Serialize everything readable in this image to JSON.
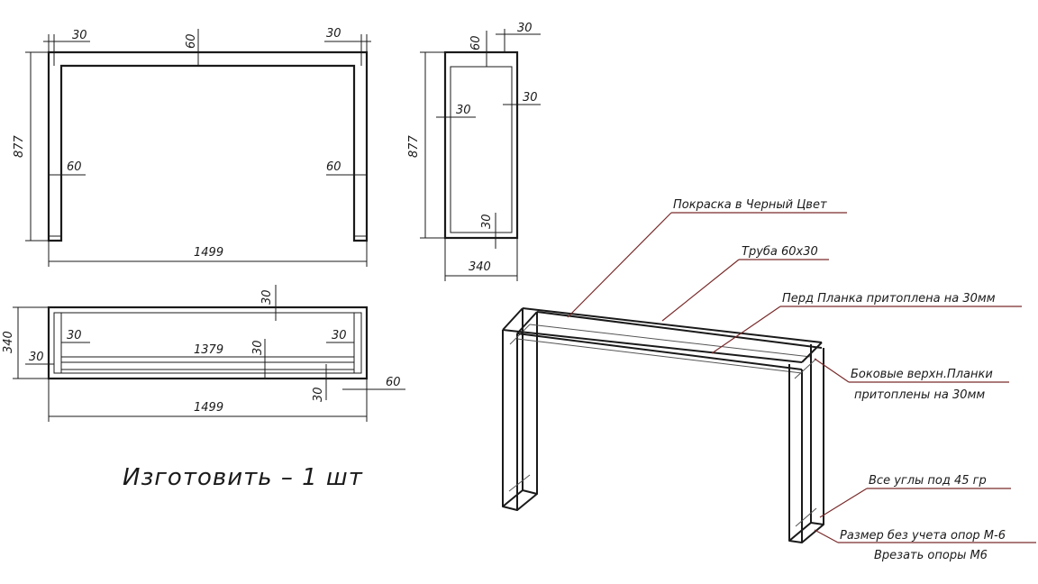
{
  "front_view": {
    "dim_top_left": "30",
    "dim_top_center": "60",
    "dim_top_right": "30",
    "dim_height": "877",
    "dim_leg_left": "60",
    "dim_leg_right": "60",
    "dim_width": "1499"
  },
  "side_view": {
    "dim_top_60": "60",
    "dim_top_30": "30",
    "dim_right_30": "30",
    "dim_left_30": "30",
    "dim_height": "877",
    "dim_bottom_30": "30",
    "dim_width": "340"
  },
  "top_view": {
    "dim_top_30": "30",
    "dim_depth": "340",
    "dim_left_30_a": "30",
    "dim_left_30_b": "30",
    "dim_inner": "1379",
    "dim_center_30": "30",
    "dim_right_30": "30",
    "dim_bottom_30": "30",
    "dim_bottom_60": "60",
    "dim_width": "1499"
  },
  "make_quantity": "Изготовить  –  1 шт",
  "notes": {
    "paint": "Покраска в Черный Цвет",
    "tube": "Труба 60х30",
    "front_bar": "Перд Планка притоплена на 30мм",
    "side_bars_1": "Боковые верхн.Планки",
    "side_bars_2": "притоплены на 30мм",
    "corners": "Все углы под 45 гр",
    "size_note": "Размер без учета опор М-6",
    "feet": "Врезать опоры М6"
  }
}
